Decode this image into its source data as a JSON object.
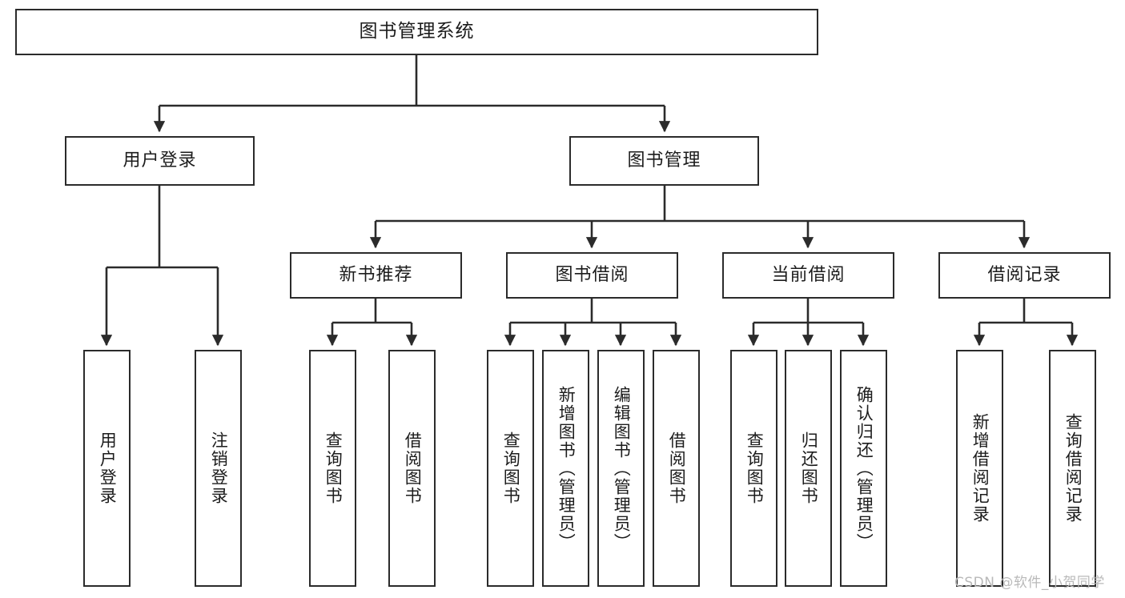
{
  "diagram": {
    "type": "tree",
    "title": "图书管理系统",
    "root": {
      "label": "图书管理系统"
    },
    "level1": [
      {
        "label": "用户登录"
      },
      {
        "label": "图书管理"
      }
    ],
    "level2": [
      {
        "label": "新书推荐"
      },
      {
        "label": "图书借阅"
      },
      {
        "label": "当前借阅"
      },
      {
        "label": "借阅记录"
      }
    ],
    "leaves": {
      "user_login": [
        {
          "label": "用户登录"
        },
        {
          "label": "注销登录"
        }
      ],
      "new_book_recommend": [
        {
          "label": "查询图书"
        },
        {
          "label": "借阅图书"
        }
      ],
      "book_borrow": [
        {
          "label": "查询图书"
        },
        {
          "label": "新增图书（管理员）"
        },
        {
          "label": "编辑图书（管理员）"
        },
        {
          "label": "借阅图书"
        }
      ],
      "current_borrow": [
        {
          "label": "查询图书"
        },
        {
          "label": "归还图书"
        },
        {
          "label": "确认归还（管理员）"
        }
      ],
      "borrow_record": [
        {
          "label": "新增借阅记录"
        },
        {
          "label": "查询借阅记录"
        }
      ]
    }
  },
  "watermark": {
    "text": "CSDN @软件_小贺同学"
  },
  "colors": {
    "stroke": "#2b2b2b",
    "text": "#1c1c1c",
    "background": "#ffffff",
    "watermark": "#b9b9b9"
  }
}
